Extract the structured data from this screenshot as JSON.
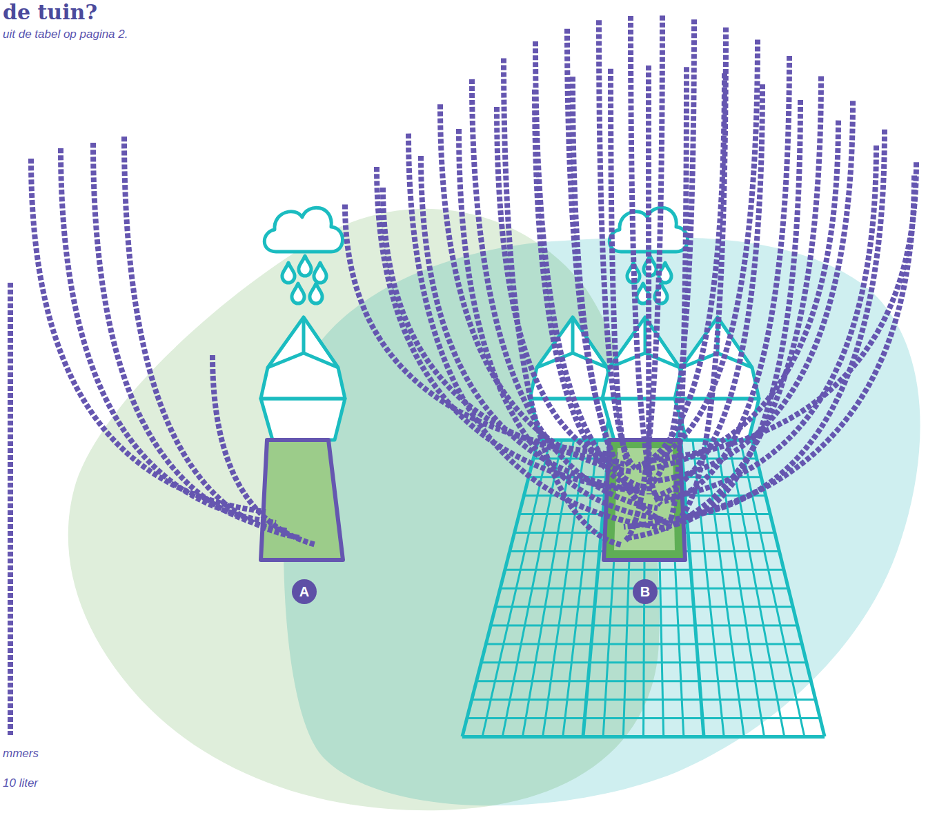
{
  "diagram": {
    "title": "de tuin?",
    "nodes": [
      {
        "text": [
          "A"
        ]
      },
      {
        "text": [
          "B"
        ]
      }
    ],
    "labels": [
      "uit de tabel op pagina 2.",
      "mmers",
      "10 liter"
    ]
  }
}
